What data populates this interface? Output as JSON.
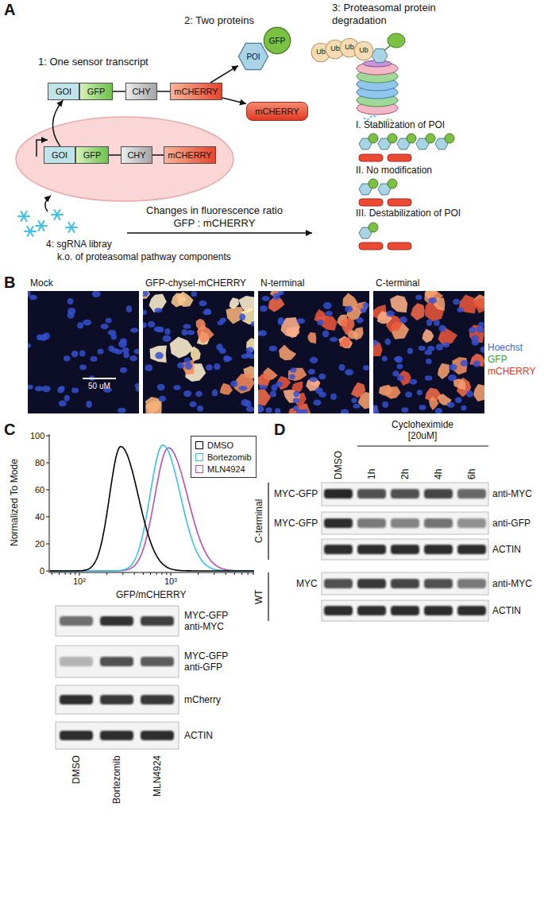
{
  "diagram": {
    "nodes": [
      {
        "text": [
          "GOI"
        ]
      },
      {
        "text": [
          "GFP"
        ]
      },
      {
        "text": [
          "CHY"
        ]
      },
      {
        "text": [
          "mCHERRY"
        ]
      },
      {
        "text": [
          "POI"
        ]
      },
      {
        "text": [
          "GFP"
        ]
      },
      {
        "text": [
          "mCHERRY"
        ]
      },
      {
        "text": [
          "Ub"
        ]
      },
      {
        "text": [
          "Ub"
        ]
      },
      {
        "text": [
          "Ub"
        ]
      },
      {
        "text": [
          "Ub"
        ]
      },
      {
        "text": [
          "GOI"
        ]
      },
      {
        "text": [
          "GFP"
        ]
      },
      {
        "text": [
          "CHY"
        ]
      },
      {
        "text": [
          "mCHERRY"
        ]
      }
    ],
    "edges": [
      {
        "from": 11,
        "to": 0,
        "arrow": "to"
      },
      {
        "from": 1,
        "to": 2,
        "arrow": "none"
      },
      {
        "from": 2,
        "to": 3,
        "arrow": "none"
      },
      {
        "from": 3,
        "to": 4,
        "arrow": "to"
      },
      {
        "from": 3,
        "to": 6,
        "arrow": "to"
      },
      {
        "from": 12,
        "to": 13,
        "arrow": "none"
      },
      {
        "from": 13,
        "to": 14,
        "arrow": "none"
      }
    ],
    "labels": [
      "A",
      "1: One sensor transcript",
      "2: Two proteins",
      "3: Proteasomal protein degradation",
      "I. Stabilization of POI",
      "II. No modification",
      "III. Destabilization of POI",
      "4: sgRNA libray",
      "k.o. of proteasomal pathway components",
      "Changes in fluorescence ratio",
      "GFP : mCHERRY",
      "B",
      "Mock",
      "GFP-chysel-mCHERRY",
      "N-terminal",
      "C-terminal",
      "50 uM",
      "Hoechst",
      "GFP",
      "mCHERRY",
      "C",
      "Normalized To Mode",
      "0",
      "20",
      "40",
      "60",
      "80",
      "100",
      "10²",
      "10³",
      "GFP/mCHERRY",
      "MYC-GFP anti-MYC",
      "MYC-GFP anti-GFP",
      "mCherry",
      "ACTIN",
      "DMSO",
      "Bortezomib",
      "MLN4924",
      "D",
      "Cycloheximide [20uM]",
      "DMSO",
      "1h",
      "2h",
      "4h",
      "6h",
      "C-terminal",
      "MYC-GFP",
      "anti-MYC",
      "MYC-GFP",
      "anti-GFP",
      "ACTIN",
      "WT",
      "MYC",
      "anti-MYC",
      "ACTIN"
    ],
    "legend": [
      {
        "text": "DMSO",
        "color": "#000000"
      },
      {
        "text": "Bortezomib",
        "color": "#33c3e6"
      },
      {
        "text": "MLN4924",
        "color": "#b84fb0"
      }
    ]
  }
}
